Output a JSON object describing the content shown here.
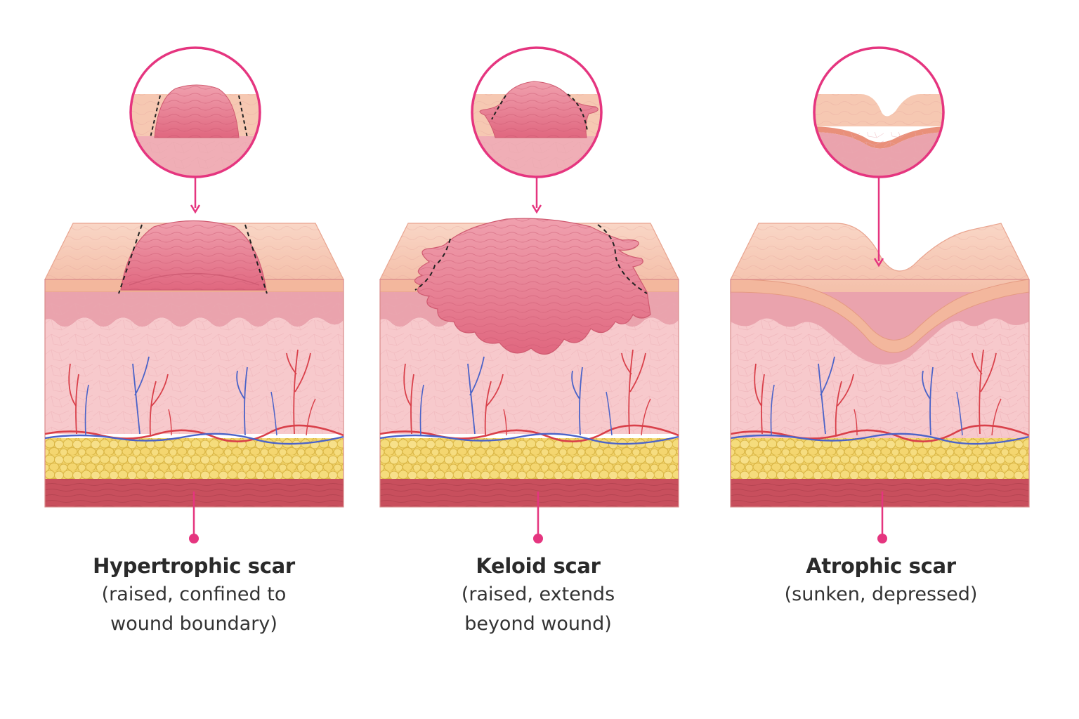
{
  "colors": {
    "accent": "#e5357f",
    "epidermis": "#f6c8b2",
    "dermis": "#f6c6c8",
    "papillary": "#e9a9b0",
    "scar": "#e87b8f",
    "fat": "#f2d46a",
    "muscle": "#c84f5d",
    "artery": "#d9404a",
    "vein": "#4b63c8"
  },
  "panels": [
    {
      "id": "hypertrophic",
      "title": "Hypertrophic scar",
      "description_line1": "(raised, confined to",
      "description_line2": "wound boundary)"
    },
    {
      "id": "keloid",
      "title": "Keloid scar",
      "description_line1": "(raised, extends",
      "description_line2": "beyond wound)"
    },
    {
      "id": "atrophic",
      "title": "Atrophic scar",
      "description_line1": "(sunken, depressed)",
      "description_line2": ""
    }
  ]
}
